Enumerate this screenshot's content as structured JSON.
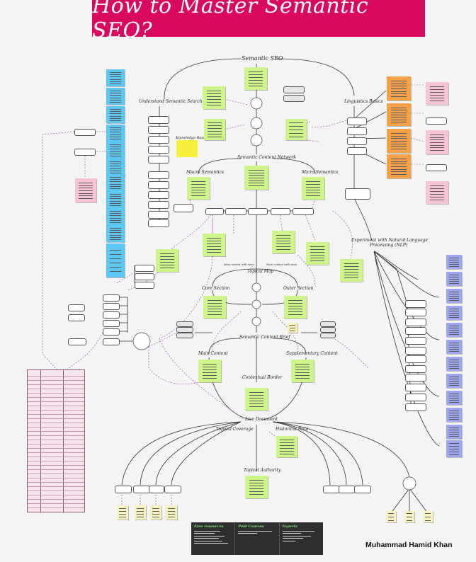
{
  "title": "How to Master Semantic SEO?",
  "labels": {
    "root": "Semantic SEO",
    "understand": "Understand Semantic Search",
    "linguistics": "Linguistics Basics",
    "knowledge_base": "Knowledge Base",
    "semantic_content_network": "Semantic Content Network",
    "macro": "Macro Semantics",
    "micro": "Micro Semantics",
    "experiment": "Experiment with Natural Language",
    "experiment2": "Processing (NLP)",
    "topical_map": "Topical Map",
    "core_section": "Core Section",
    "outer_section": "Outer Section",
    "content_brief": "Semantic Content Brief",
    "main_content": "Main Content",
    "supplementary": "Supplementary Content",
    "contextual_border": "Contextual Border",
    "live_document": "Live Document",
    "topical_coverage": "Topical Coverage",
    "historical_data": "Historical Data",
    "topical_authority": "Topical Authority",
    "main_content_hint": "Main content with more",
    "micro_content_hint": "More content with more"
  },
  "resources": {
    "free": "Free resources",
    "paid": "Paid Courses",
    "experts": "Experts"
  },
  "author": "Muhammad Hamid Khan",
  "colors": {
    "banner": "#d8095f",
    "sticky_green": "#cdf58a",
    "sticky_blue": "#5bc7f2",
    "sticky_orange": "#f5a14a",
    "sticky_pink": "#f7c3d7",
    "sticky_violet": "#9ea6f2",
    "resources_bg": "#2f2f2f",
    "resources_heading": "#7de87d",
    "dashed_link": "#9b3bb5"
  }
}
